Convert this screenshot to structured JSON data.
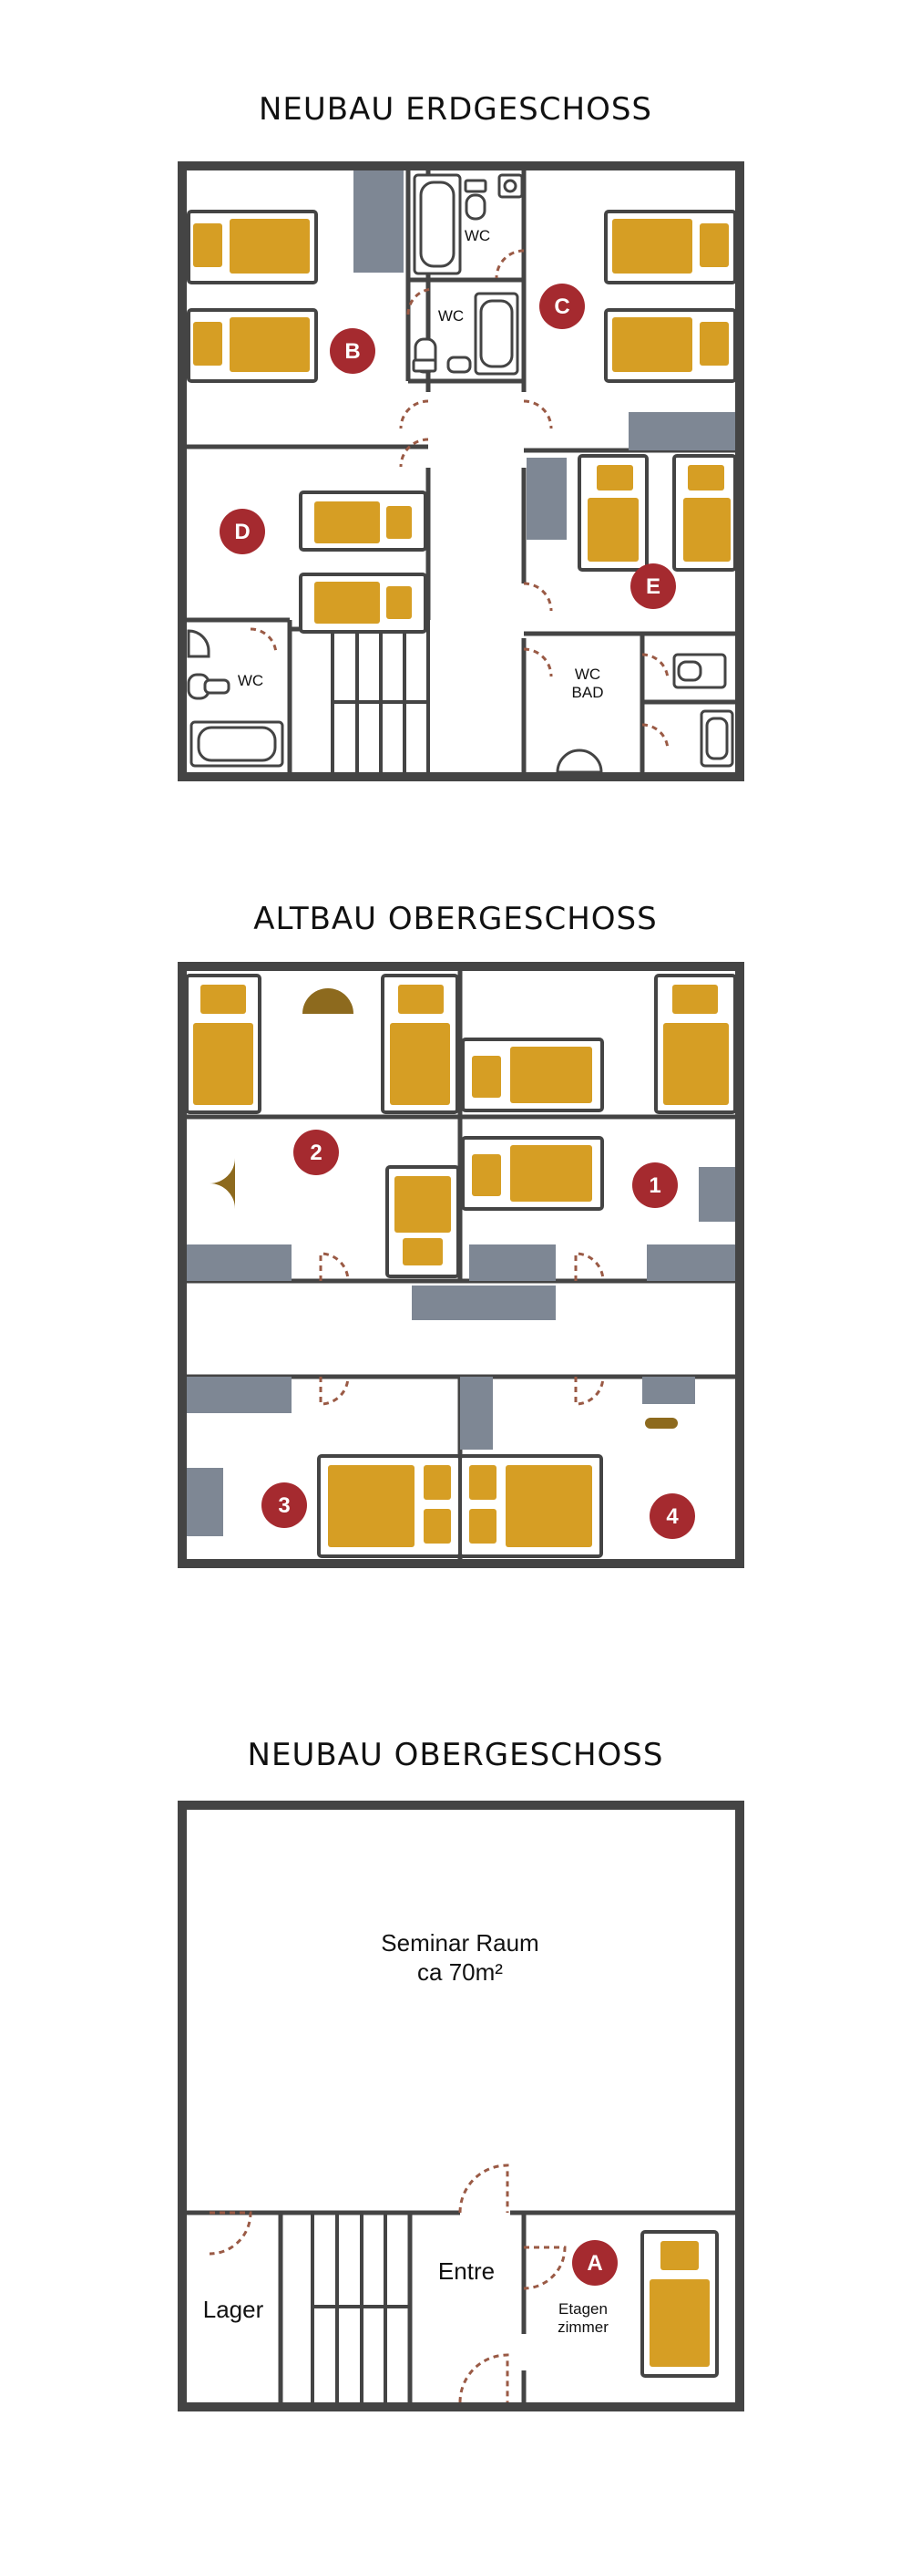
{
  "floors": {
    "neubau_erdgeschoss": {
      "title": "NEUBAU ERDGESCHOSS",
      "rooms": [
        "B",
        "C",
        "D",
        "E"
      ],
      "labels": {
        "wc_top": "WC",
        "wc_mid": "WC",
        "wc_left": "WC",
        "wc_bad_1": "WC",
        "wc_bad_2": "BAD"
      }
    },
    "altbau_obergeschoss": {
      "title": "ALTBAU OBERGESCHOSS",
      "rooms": [
        "1",
        "2",
        "3",
        "4"
      ]
    },
    "neubau_obergeschoss": {
      "title": "NEUBAU OBERGESCHOSS",
      "rooms": [
        "A"
      ],
      "labels": {
        "seminar_1": "Seminar Raum",
        "seminar_2": "ca 70m²",
        "lager": "Lager",
        "entre": "Entre",
        "etagen_1": "Etagen",
        "etagen_2": "zimmer"
      }
    }
  },
  "colors": {
    "wall": "#444444",
    "bed": "#d69e24",
    "fixture": "#7e8794",
    "marker": "#a52a2f",
    "door": "#9a5a45",
    "table": "#8d6a1e"
  }
}
